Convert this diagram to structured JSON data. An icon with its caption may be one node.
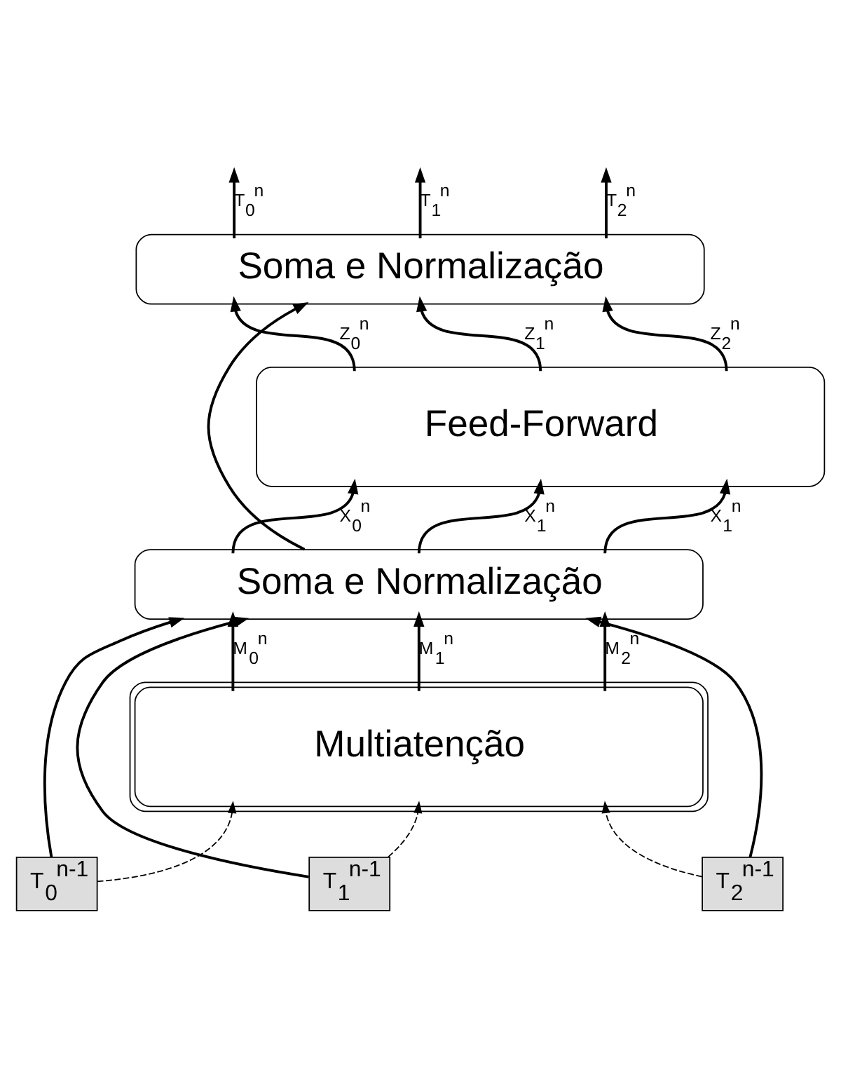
{
  "diagram": {
    "nodes": [
      {
        "text": [
          "Soma e Normalização"
        ]
      },
      {
        "text": [
          "Feed-Forward"
        ]
      },
      {
        "text": [
          "Soma e Normalização"
        ]
      },
      {
        "text": [
          "Multiatenção"
        ]
      },
      {
        "text": [
          "T$_{0}$$^{n-1}$"
        ]
      },
      {
        "text": [
          "T$_{1}$$^{n-1}$"
        ]
      },
      {
        "text": [
          "T$_{2}$$^{n-1}$"
        ]
      }
    ],
    "edges": [
      {
        "from": 0,
        "to": null,
        "arrow": "to",
        "label": "T$_{0}$$^{n}$"
      },
      {
        "from": 0,
        "to": null,
        "arrow": "to",
        "label": "T$_{1}$$^{n}$"
      },
      {
        "from": 0,
        "to": null,
        "arrow": "to",
        "label": "T$_{2}$$^{n}$"
      },
      {
        "from": 1,
        "to": 0,
        "arrow": "to",
        "label": "Z$_{0}$$^{n}$"
      },
      {
        "from": 1,
        "to": 0,
        "arrow": "to",
        "label": "Z$_{1}$$^{n}$"
      },
      {
        "from": 1,
        "to": 0,
        "arrow": "to",
        "label": "Z$_{2}$$^{n}$"
      },
      {
        "from": 2,
        "to": 1,
        "arrow": "to",
        "label": "X$_{0}$$^{n}$"
      },
      {
        "from": 2,
        "to": 1,
        "arrow": "to",
        "label": "X$_{1}$$^{n}$"
      },
      {
        "from": 2,
        "to": 1,
        "arrow": "to",
        "label": "X$_{1}$$^{n}$"
      },
      {
        "from": 2,
        "to": 0,
        "arrow": "to"
      },
      {
        "from": 3,
        "to": 2,
        "arrow": "to",
        "label": "M$_{0}$$^{n}$"
      },
      {
        "from": 3,
        "to": 2,
        "arrow": "to",
        "label": "M$_{1}$$^{n}$"
      },
      {
        "from": 3,
        "to": 2,
        "arrow": "to",
        "label": "M$_{2}$$^{n}$"
      },
      {
        "from": 4,
        "to": 3,
        "arrow": "to",
        "style": "dashed"
      },
      {
        "from": 5,
        "to": 3,
        "arrow": "to",
        "style": "dashed"
      },
      {
        "from": 6,
        "to": 3,
        "arrow": "to",
        "style": "dashed"
      },
      {
        "from": 4,
        "to": 2,
        "arrow": "to"
      },
      {
        "from": 5,
        "to": 2,
        "arrow": "to"
      },
      {
        "from": 6,
        "to": 2,
        "arrow": "to"
      }
    ]
  }
}
